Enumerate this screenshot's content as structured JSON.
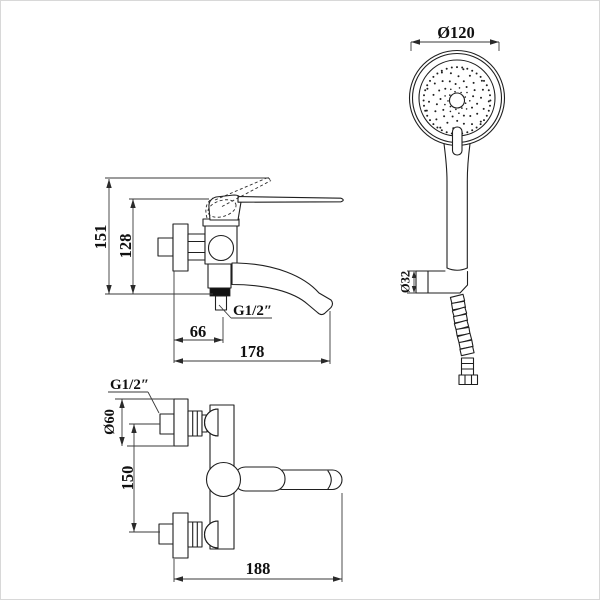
{
  "colors": {
    "background": "#ffffff",
    "object_line": "#1f1f1f",
    "dimension_line": "#3a3a3a",
    "thread_fill": "#111111",
    "frame_border": "#d8d8d8"
  },
  "side_view": {
    "dims": {
      "overall_height": "151",
      "body_height": "128",
      "spout_offset": "66",
      "spout_reach": "178",
      "spout_thread": "G1/2″"
    }
  },
  "hand_shower": {
    "dims": {
      "head_diameter": "Ø120",
      "holder_diameter": "Ø32"
    }
  },
  "front_view": {
    "dims": {
      "inlet_thread": "G1/2″",
      "flange_diameter": "Ø60",
      "inlet_spacing": "150",
      "overall_width": "188"
    }
  }
}
